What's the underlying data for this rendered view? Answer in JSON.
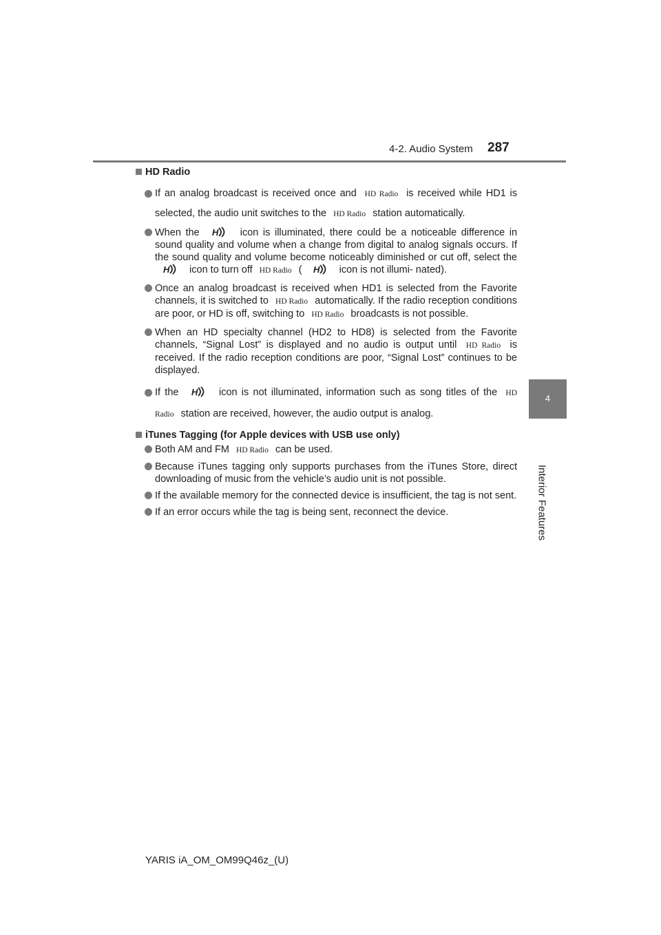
{
  "header": {
    "section_title": "4-2. Audio System",
    "page_number": "287"
  },
  "side_tab": {
    "chapter_number": "4",
    "chapter_title": "Interior Features"
  },
  "hd_radio_section": {
    "heading": "HD Radio",
    "b1": {
      "p1": "If an analog broadcast is received once and",
      "r1": "HD Radio",
      "p2": "is received while HD1 is selected, the audio unit switches to the",
      "r2": "HD Radio",
      "p3": "station automatically."
    },
    "b2": {
      "p1": "When the",
      "p2": "icon is illuminated, there could be a noticeable difference in sound quality and volume when a change from digital to analog signals occurs. If the sound quality and volume become noticeably diminished or cut off, select the",
      "p3": "icon to turn off",
      "r1": "HD Radio",
      "p4": "(",
      "p5": "icon is not illumi- nated)."
    },
    "b3": {
      "p1": "Once an analog broadcast is received when HD1 is selected from the Favorite channels, it is switched to",
      "r1": "HD Radio",
      "p2": "automatically. If the radio reception conditions are poor, or HD is off, switching to",
      "r2": "HD Radio",
      "p3": "broadcasts is not possible."
    },
    "b4": {
      "p1": "When an HD specialty channel (HD2 to HD8) is selected from the Favorite channels, “Signal Lost” is displayed and no audio is output until",
      "r1": "HD Radio",
      "p2": "is received. If the radio reception conditions are poor, “Signal Lost” continues to be displayed."
    },
    "b5": {
      "p1": "If the",
      "p2": "icon is not illuminated, information such as song titles of the",
      "r1": "HD Radio",
      "p3": "station are received, however, the audio output is analog."
    }
  },
  "itunes_section": {
    "heading": "iTunes Tagging (for Apple devices with USB use only)",
    "b1": {
      "p1": "Both AM and FM",
      "r1": "HD Radio",
      "p2": "can be used."
    },
    "b2": {
      "p1": "Because iTunes tagging only supports purchases from the iTunes Store, direct downloading of music from the vehicle’s audio unit is not possible."
    },
    "b3": {
      "p1": "If the available memory for the connected device is insufficient, the tag is not sent."
    },
    "b4": {
      "p1": "If an error occurs while the tag is being sent, reconnect the device."
    }
  },
  "footer": {
    "doc_code": "YARIS iA_OM_OM99Q46z_(U)"
  },
  "icons": {
    "hd_icon": "hd-radio-icon"
  },
  "colors": {
    "accent_gray": "#7a7a7a",
    "text": "#231f20"
  }
}
